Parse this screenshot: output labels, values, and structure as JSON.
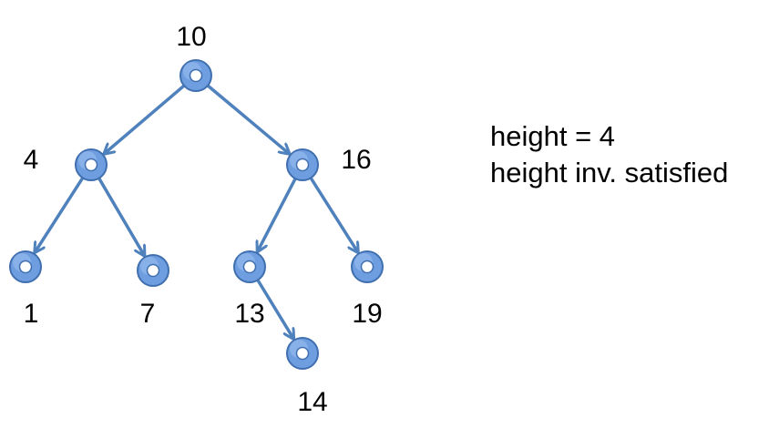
{
  "diagram": {
    "type": "binary-search-tree",
    "colors": {
      "edge": "#4f81bd",
      "node_fill": "#6f9ee0",
      "node_stroke": "#3f6fae",
      "node_hole": "#ffffff"
    },
    "nodes": [
      {
        "id": "n10",
        "label": "10"
      },
      {
        "id": "n4",
        "label": "4"
      },
      {
        "id": "n16",
        "label": "16"
      },
      {
        "id": "n1",
        "label": "1"
      },
      {
        "id": "n7",
        "label": "7"
      },
      {
        "id": "n13",
        "label": "13"
      },
      {
        "id": "n19",
        "label": "19"
      },
      {
        "id": "n14",
        "label": "14"
      }
    ],
    "edges": [
      {
        "from": "n10",
        "to": "n4"
      },
      {
        "from": "n10",
        "to": "n16"
      },
      {
        "from": "n4",
        "to": "n1"
      },
      {
        "from": "n4",
        "to": "n7"
      },
      {
        "from": "n16",
        "to": "n13"
      },
      {
        "from": "n16",
        "to": "n19"
      },
      {
        "from": "n13",
        "to": "n14"
      }
    ]
  },
  "info": {
    "height_line": "height = 4",
    "invariant_line": "height inv. satisfied"
  }
}
